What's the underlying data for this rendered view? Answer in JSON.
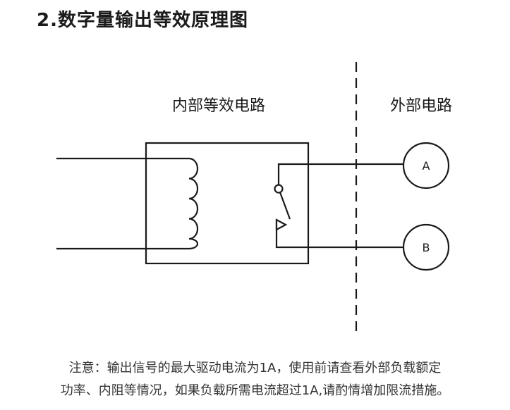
{
  "title": "2.数字量输出等效原理图",
  "labels": {
    "internal": "内部等效电路",
    "external": "外部电路",
    "terminal_a": "A",
    "terminal_b": "B"
  },
  "note": {
    "line1": "注意：输出信号的最大驱动电流为1A，使用前请查看外部负载额定",
    "line2": "功率、内阻等情况，如果负载所需电流超过1A,请酌情增加限流措施。"
  }
}
